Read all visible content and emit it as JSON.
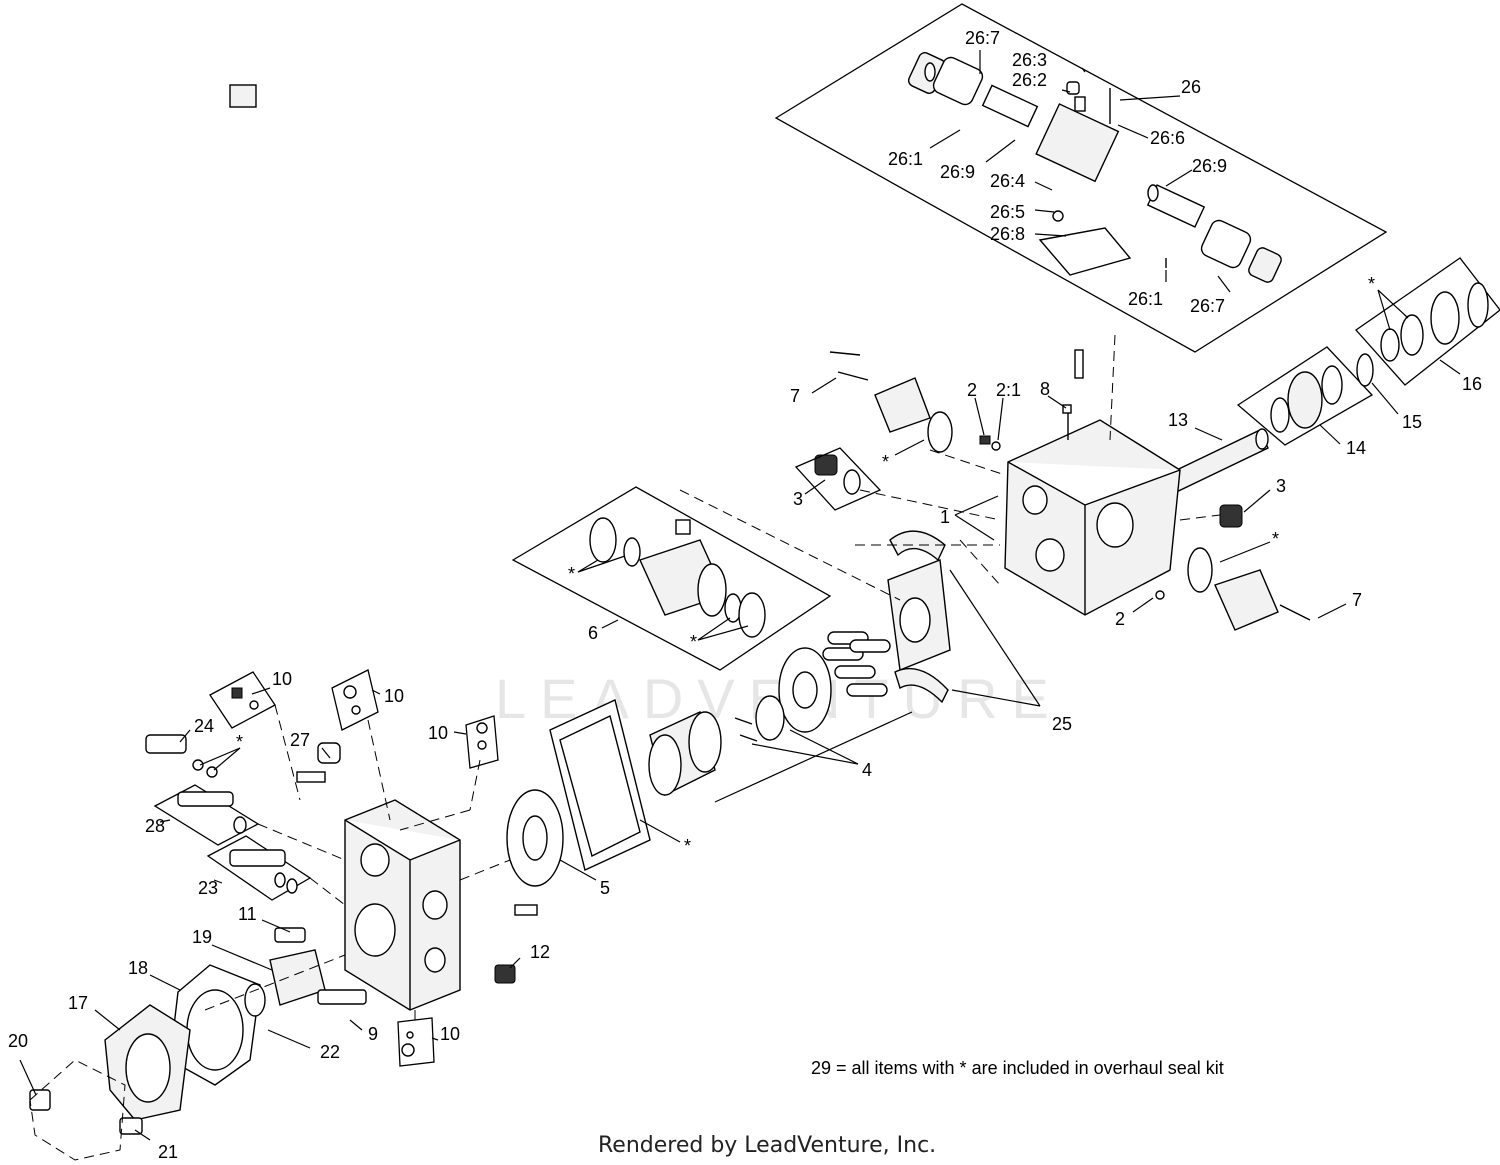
{
  "note": "29 = all items with * are included in overhaul seal kit",
  "footer": "Rendered by LeadVenture, Inc.",
  "watermark": "LEADVENTURE",
  "callouts": {
    "c26_7a": "26:7",
    "c26_3": "26:3",
    "c26_2": "26:2",
    "c26": "26",
    "c26_6": "26:6",
    "c26_1a": "26:1",
    "c26_9a": "26:9",
    "c26_9b": "26:9",
    "c26_4": "26:4",
    "c26_5": "26:5",
    "c26_8": "26:8",
    "c26_1b": "26:1",
    "c26_7b": "26:7",
    "c16": "16",
    "c15": "15",
    "c14": "14",
    "c13": "13",
    "c7a": "7",
    "c2a": "2",
    "c2_1": "2:1",
    "c8": "8",
    "c3a": "3",
    "c3b": "3",
    "c1": "1",
    "c2b": "2",
    "c7b": "7",
    "c6": "6",
    "c25": "25",
    "c4": "4",
    "c5": "5",
    "c10a": "10",
    "c10b": "10",
    "c10c": "10",
    "c10d": "10",
    "c24": "24",
    "c27": "27",
    "c28": "28",
    "c23": "23",
    "c11": "11",
    "c12": "12",
    "c19": "19",
    "c18": "18",
    "c17": "17",
    "c22": "22",
    "c9": "9",
    "c20": "20",
    "c21": "21",
    "star": "*"
  }
}
